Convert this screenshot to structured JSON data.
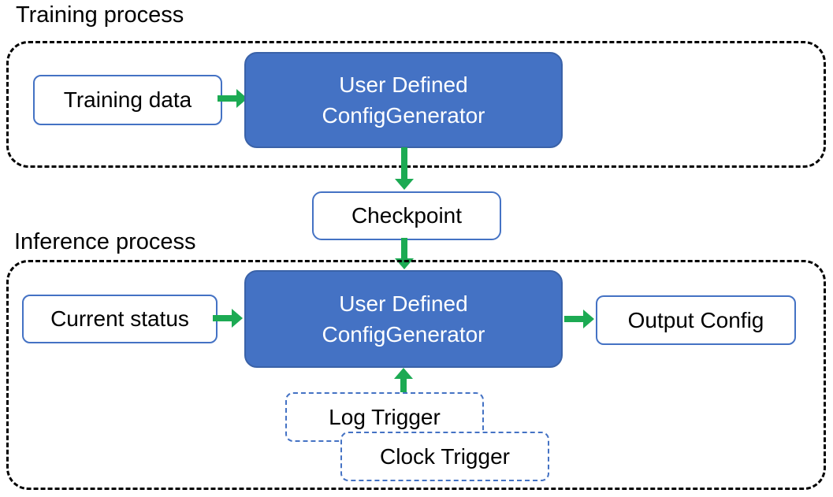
{
  "colors": {
    "accent_blue": "#4472C4",
    "accent_blue_dark": "#3A62A8",
    "arrow_green": "#1CAA53",
    "container_dash": "#000000",
    "text_dark": "#000000",
    "text_light": "#FFFFFF"
  },
  "training_section": {
    "title": "Training process",
    "training_data_label": "Training data",
    "generator_label_line1": "User Defined",
    "generator_label_line2": "ConfigGenerator"
  },
  "checkpoint_label": "Checkpoint",
  "inference_section": {
    "title": "Inference process",
    "current_status_label": "Current status",
    "generator_label_line1": "User Defined",
    "generator_label_line2": "ConfigGenerator",
    "output_config_label": "Output Config",
    "log_trigger_label": "Log Trigger",
    "clock_trigger_label": "Clock Trigger"
  }
}
